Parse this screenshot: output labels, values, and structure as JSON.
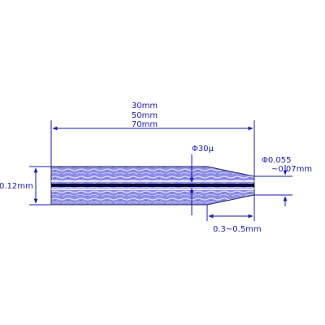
{
  "drawing": {
    "length_labels": [
      "30mm",
      "50mm",
      "70mm"
    ],
    "outer_diameter": "0.12mm",
    "bore_diameter": "Φ30μ",
    "tip_diameter": "Φ0.055",
    "tip_diameter_range": "~0.07mm",
    "taper_length": "0.3~0.5mm"
  },
  "colors": {
    "dimension": "#1a1ab4",
    "body_fill": "#8f90e6",
    "bore": "#0b0b3a",
    "outline": "#2a2a60"
  }
}
